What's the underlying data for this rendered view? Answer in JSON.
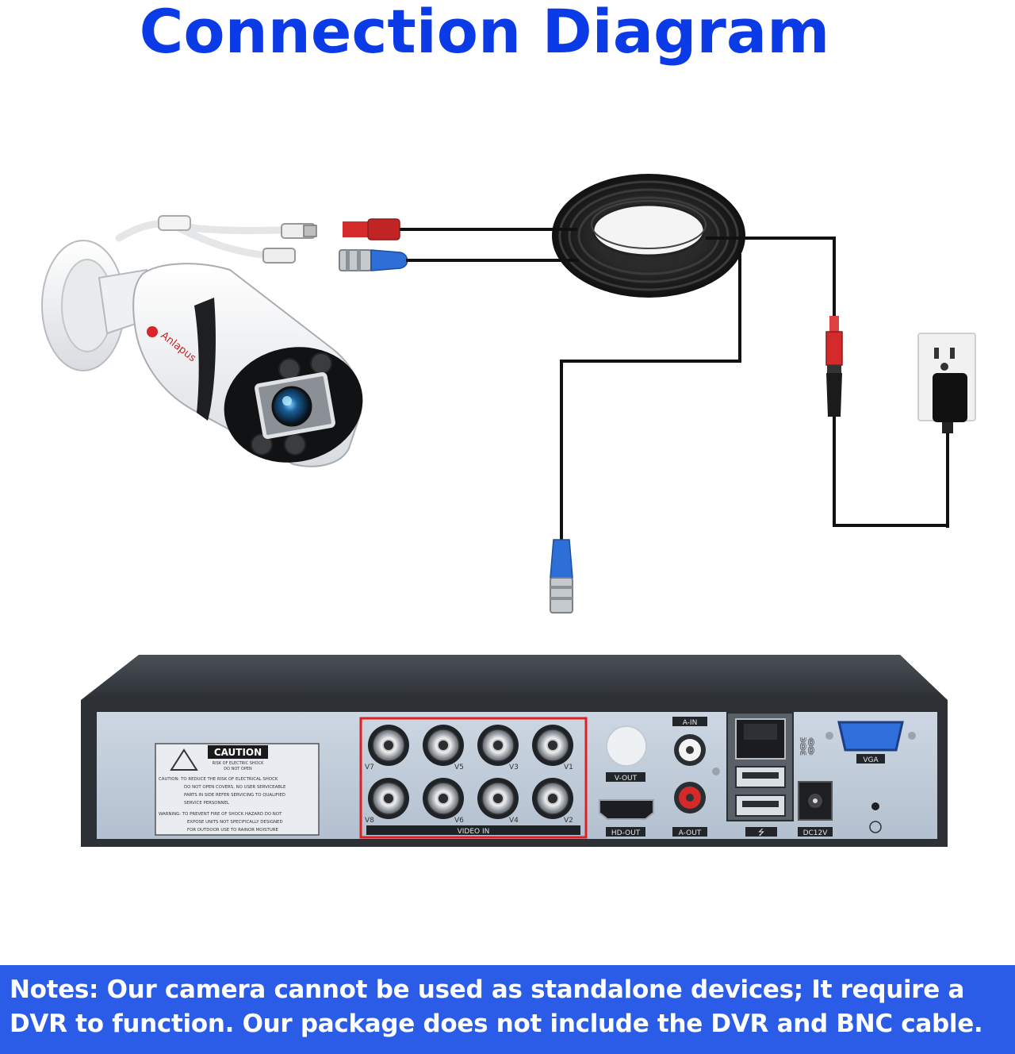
{
  "title": "Connection Diagram",
  "camera": {
    "brand": "Anlapus"
  },
  "dvr": {
    "caution": {
      "heading": "CAUTION",
      "sub1": "RISK OF ELECTRIC SHOCK",
      "sub2": "DO NOT OPEN",
      "line1": "CAUTION: TO REDUCE THE RISK OF ELECTRICAL SHOCK",
      "line2": "DO NOT OPEN COVERS, NO USER SERVICEABLE",
      "line3": "PARTS IN SIDE REFER SERVICING TO QUALIFIED",
      "line4": "SERVICE PERSONNEL",
      "line5": "WARNING: TO PREVENT FIRE OF SHOCK HAZARD DO NOT",
      "line6": "EXPOSE UNITS NOT SPECIFICALLY DESIGNED",
      "line7": "FOR OUTDOOR USE TO RAINOR MOISTURE"
    },
    "video_in_label": "VIDEO IN",
    "video_channels_top": [
      "V7",
      "V5",
      "V3",
      "V1"
    ],
    "video_channels_bottom": [
      "V8",
      "V6",
      "V4",
      "V2"
    ],
    "port_labels": {
      "v_out": "V-OUT",
      "hd_out": "HD-OUT",
      "a_in": "A-IN",
      "a_out": "A-OUT",
      "vga": "VGA",
      "dc12v": "DC12V"
    }
  },
  "notes": {
    "line1": "Notes: Our camera cannot be used as standalone devices; It require a",
    "line2": "DVR to function. Our package does not include the DVR and BNC cable."
  },
  "colors": {
    "title": "#0b3be6",
    "notes_bg": "#2b5ce8",
    "highlight": "#e02020",
    "power_connector": "#d42a2a",
    "video_connector": "#2d6fd6"
  }
}
